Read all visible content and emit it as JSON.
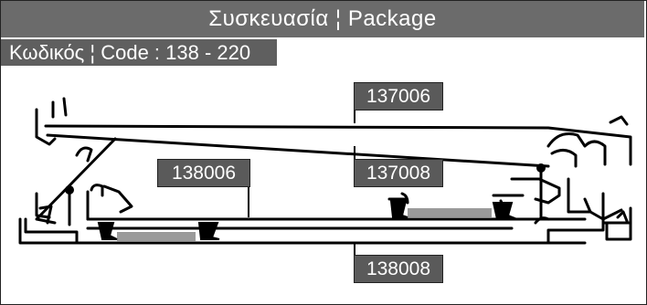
{
  "header": {
    "title": "Συσκευασία ¦ Package"
  },
  "code": {
    "text": "Κωδικός ¦ Code : 138 - 220"
  },
  "labels": {
    "l137006": "137006",
    "l137008": "137008",
    "l138006": "138006",
    "l138008": "138008"
  },
  "colors": {
    "header_bg": "#6b6b6b",
    "label_bg": "#5a5a5a",
    "seal": "#9a9a9a"
  }
}
